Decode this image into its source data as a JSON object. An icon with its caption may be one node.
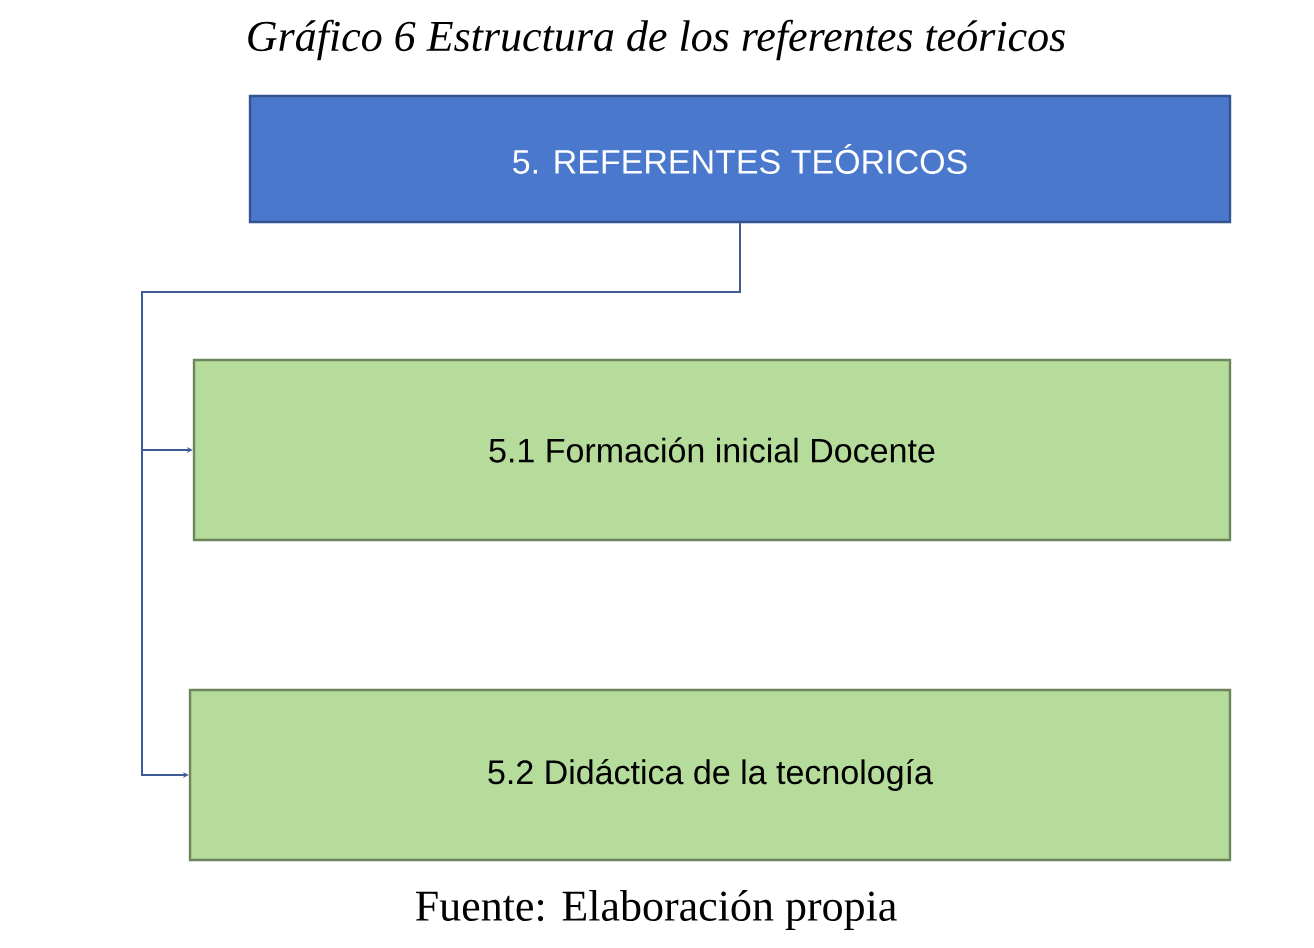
{
  "diagram": {
    "title": "Gráfico 6 Estructura de los referentes teóricos",
    "caption": "Fuente: Elaboración propia",
    "nodes": [
      {
        "text": [
          "5. REFERENTES TEÓRICOS"
        ]
      },
      {
        "text": [
          "5.1 Formación inicial Docente"
        ]
      },
      {
        "text": [
          "5.2 Didáctica de la tecnología"
        ]
      }
    ],
    "edges": [
      {
        "from": 0,
        "to": 1,
        "arrow": "to"
      },
      {
        "from": 0,
        "to": 2,
        "arrow": "to"
      }
    ]
  }
}
